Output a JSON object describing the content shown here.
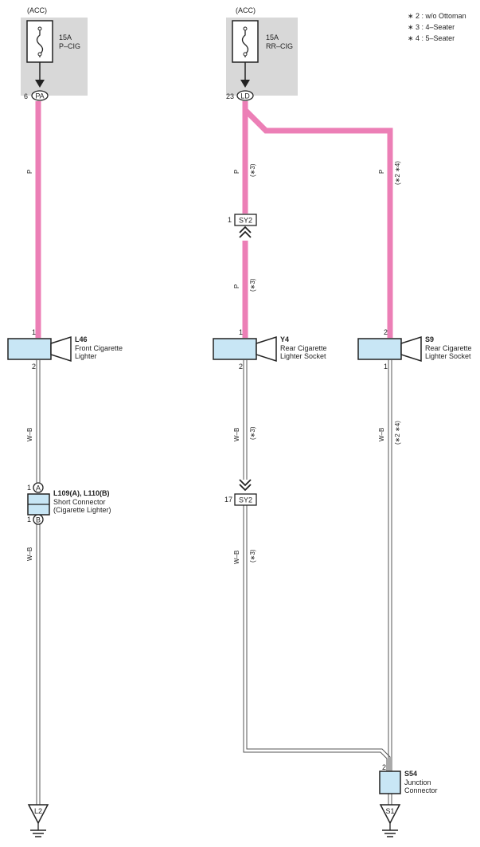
{
  "legend": {
    "items": [
      "∗ 2 : w/o Ottoman",
      "∗ 3 : 4–Seater",
      "∗ 4 : 5–Seater"
    ]
  },
  "fuses": [
    {
      "supply": "(ACC)",
      "rating": "15A",
      "name": "P–CIG",
      "pin": "6",
      "connector": "PA"
    },
    {
      "supply": "(ACC)",
      "rating": "15A",
      "name": "RR–CIG",
      "pin": "23",
      "connector": "LD"
    }
  ],
  "components": {
    "l46": {
      "code": "L46",
      "desc1": "Front Cigarette",
      "desc2": "Lighter",
      "pin_top": "1",
      "pin_bottom": "2"
    },
    "y4": {
      "code": "Y4",
      "desc1": "Rear Cigarette",
      "desc2": "Lighter Socket",
      "pin_top": "1",
      "pin_bottom": "2"
    },
    "s9": {
      "code": "S9",
      "desc1": "Rear Cigarette",
      "desc2": "Lighter Socket",
      "pin_top": "2",
      "pin_bottom": "1"
    },
    "short_connector": {
      "code": "L109(A), L110(B)",
      "desc1": "Short Connector",
      "desc2": "(Cigarette Lighter)",
      "pin_a": "1",
      "letter_a": "A",
      "pin_b": "1",
      "letter_b": "B"
    },
    "s54": {
      "code": "S54",
      "desc1": "Junction",
      "desc2": "Connector",
      "pin": "2"
    }
  },
  "inline_connectors": [
    {
      "pin": "1",
      "name": "SY2"
    },
    {
      "pin": "17",
      "name": "SY2"
    }
  ],
  "grounds": [
    {
      "label": "L2"
    },
    {
      "label": "S1"
    }
  ],
  "wire_labels": {
    "p": "P",
    "wb": "W–B",
    "opt3": "(∗3)",
    "opt24": "(∗2 ∗4)"
  },
  "colors": {
    "pink_wire": "#ec7fb6",
    "fuse_box": "#d8d8d8",
    "component_fill": "#c8e6f5"
  }
}
